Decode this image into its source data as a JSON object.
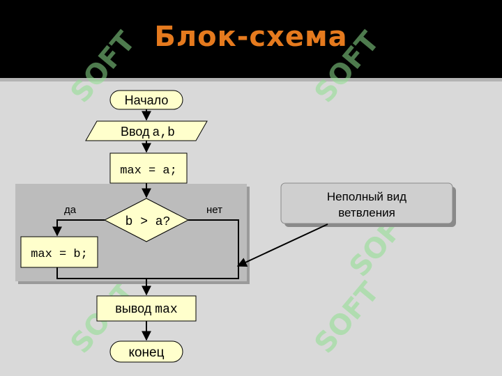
{
  "title": "Блок-схема",
  "nodes": {
    "start": "Начало",
    "input_word": "Ввод",
    "input_vars": "a,b",
    "assign_a": "max = a;",
    "condition": "b > a?",
    "assign_b": "max = b;",
    "output_word": "вывод",
    "output_var": "max",
    "end": "конец"
  },
  "branches": {
    "yes": "да",
    "no": "нет"
  },
  "callout": {
    "line1": "Неполный вид",
    "line2": "ветвления"
  },
  "watermark": "SOFT",
  "colors": {
    "block_fill": "#ffffcc",
    "block_stroke": "#000000",
    "group_fill": "#bcbcbc",
    "callout_fill": "#cfcfcf",
    "title": "#e57a1e",
    "watermark": "#8fe08f"
  }
}
